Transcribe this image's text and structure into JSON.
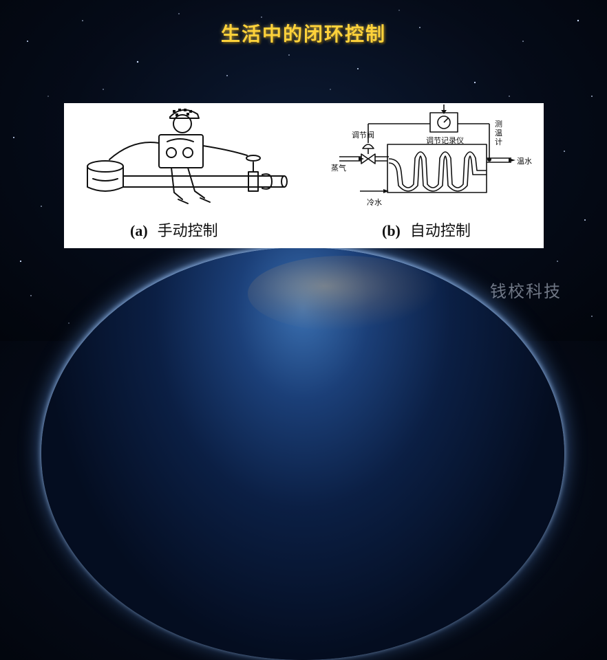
{
  "slide": {
    "title": "生活中的闭环控制",
    "watermark": "钱校科技"
  },
  "figure_a": {
    "tag": "(a)",
    "caption": "手动控制"
  },
  "figure_b": {
    "tag": "(b)",
    "caption": "自动控制",
    "labels": {
      "valve": "调节阀",
      "recorder": "调节记录仪",
      "thermometer": "测温计",
      "steam": "蒸气",
      "warm_water": "温水",
      "cold_water": "冷水"
    }
  },
  "colors": {
    "title": "#ffd23a",
    "panel": "#ffffff",
    "background": "#050b18"
  }
}
